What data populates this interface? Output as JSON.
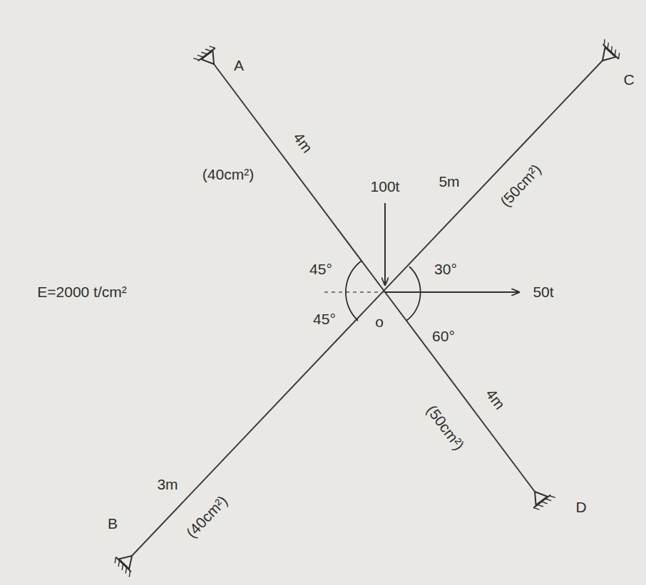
{
  "diagram": {
    "labels": [
      "A",
      "4m",
      "(40cm²)",
      "100t",
      "5m",
      "(50cm²)",
      "C",
      "45°",
      "30°",
      "50t",
      "E=2000 t/cm²",
      "45°",
      "o",
      "60°",
      "4m",
      "(50cm²)",
      "D",
      "3m",
      "(40cm²)",
      "B"
    ]
  }
}
